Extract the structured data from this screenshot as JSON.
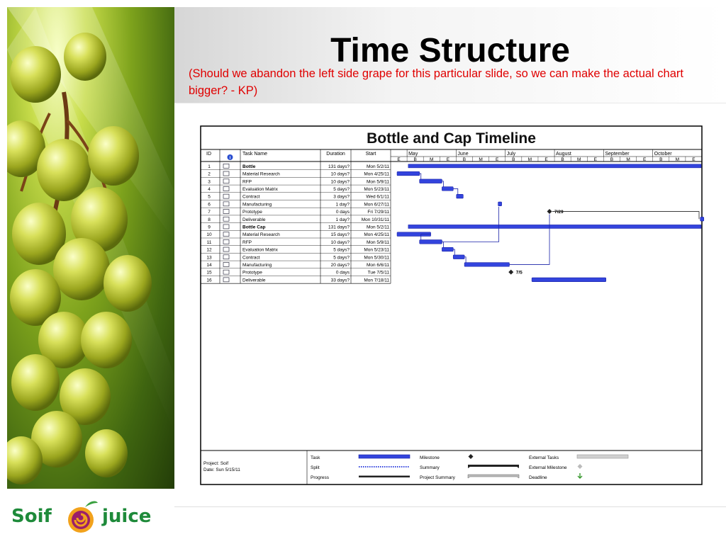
{
  "slide": {
    "title": "Time Structure",
    "note": "(Should we abandon the left side grape for this particular slide, so we can make the actual chart bigger? - KP)"
  },
  "logo": {
    "left_word": "Soif",
    "right_word": "juice"
  },
  "gantt": {
    "title": "Bottle and Cap Timeline",
    "columns": {
      "id": "ID",
      "task": "Task Name",
      "duration": "Duration",
      "start": "Start"
    },
    "info_icon": "info-icon",
    "month_labels": [
      "May",
      "June",
      "July",
      "August",
      "September",
      "October"
    ],
    "subperiod_labels": [
      "E",
      "B",
      "M",
      "E",
      "B",
      "M",
      "E",
      "B",
      "M",
      "E",
      "B",
      "M",
      "E",
      "B",
      "M",
      "E",
      "B",
      "M",
      "E"
    ],
    "tasks": [
      {
        "id": "1",
        "name": "Bottle",
        "duration": "131 days?",
        "start": "Mon 5/2/11",
        "summary": true
      },
      {
        "id": "2",
        "name": "Material Research",
        "duration": "10 days?",
        "start": "Mon 4/25/11"
      },
      {
        "id": "3",
        "name": "RFP",
        "duration": "10 days?",
        "start": "Mon 5/9/11"
      },
      {
        "id": "4",
        "name": "Evaluation Matrix",
        "duration": "5 days?",
        "start": "Mon 5/23/11"
      },
      {
        "id": "5",
        "name": "Contract",
        "duration": "3 days?",
        "start": "Wed 6/1/11"
      },
      {
        "id": "6",
        "name": "Manufacturing",
        "duration": "1 day?",
        "start": "Mon 6/27/11"
      },
      {
        "id": "7",
        "name": "Prototype",
        "duration": "0 days",
        "start": "Fri 7/29/11",
        "milestone": true,
        "label": "7/29"
      },
      {
        "id": "8",
        "name": "Deliverable",
        "duration": "1 day?",
        "start": "Mon 10/31/11"
      },
      {
        "id": "9",
        "name": "Bottle Cap",
        "duration": "131 days?",
        "start": "Mon 5/2/11",
        "summary": true
      },
      {
        "id": "10",
        "name": "Material Research",
        "duration": "15 days?",
        "start": "Mon 4/25/11"
      },
      {
        "id": "11",
        "name": "RFP",
        "duration": "10 days?",
        "start": "Mon 5/9/11"
      },
      {
        "id": "12",
        "name": "Evaluation Matrix",
        "duration": "5 days?",
        "start": "Mon 5/23/11"
      },
      {
        "id": "13",
        "name": "Contract",
        "duration": "5 days?",
        "start": "Mon 5/30/11"
      },
      {
        "id": "14",
        "name": "Manufacturing",
        "duration": "20 days?",
        "start": "Mon 6/6/11"
      },
      {
        "id": "15",
        "name": "Prototype",
        "duration": "0 days",
        "start": "Tue 7/5/11",
        "milestone": true,
        "label": "7/5"
      },
      {
        "id": "16",
        "name": "Deliverable",
        "duration": "33 days?",
        "start": "Mon 7/18/11"
      }
    ],
    "footer": {
      "project": "Project: Soif",
      "date": "Date: Sun 5/15/11",
      "legend": [
        {
          "label": "Task",
          "style": "task"
        },
        {
          "label": "Split",
          "style": "split"
        },
        {
          "label": "Progress",
          "style": "progress"
        },
        {
          "label": "Milestone",
          "style": "milestone"
        },
        {
          "label": "Summary",
          "style": "summary"
        },
        {
          "label": "Project Summary",
          "style": "project-summary"
        },
        {
          "label": "External Tasks",
          "style": "external-tasks"
        },
        {
          "label": "External Milestone",
          "style": "external-milestone"
        },
        {
          "label": "Deadline",
          "style": "deadline"
        }
      ]
    },
    "colors": {
      "bar": "#3344dd",
      "bar_dark": "#1a22a8",
      "grid": "#000000",
      "deadline": "#3a9a30"
    }
  }
}
